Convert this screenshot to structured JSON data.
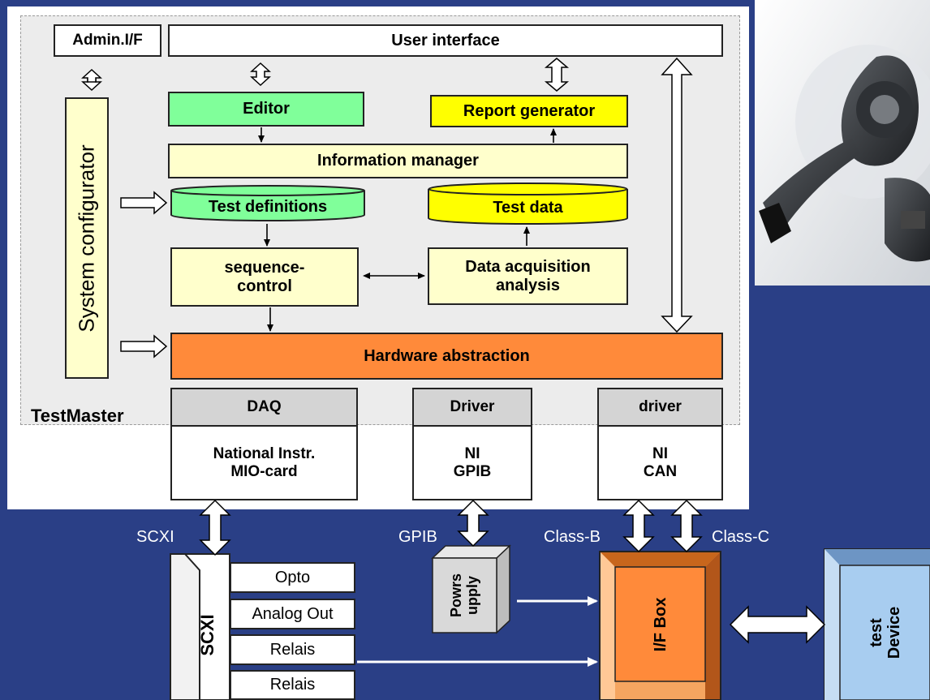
{
  "diagram": {
    "panel_label": "TestMaster",
    "admin_if": "Admin.I/F",
    "user_interface": "User interface",
    "system_configurator": "System configurator",
    "editor": "Editor",
    "report_generator": "Report generator",
    "information_manager": "Information manager",
    "test_definitions": "Test definitions",
    "test_data": "Test data",
    "sequence_control": "sequence-\ncontrol",
    "data_acquisition": "Data acquisition\nanalysis",
    "hardware_abstraction": "Hardware abstraction",
    "drivers": [
      {
        "header": "DAQ",
        "body": "National Instr.\nMIO-card"
      },
      {
        "header": "Driver",
        "body": "NI\nGPIB"
      },
      {
        "header": "driver",
        "body": "NI\nCAN"
      }
    ],
    "bus_labels": {
      "scxi": "SCXI",
      "gpib": "GPIB",
      "class_b": "Class-B",
      "class_c": "Class-C"
    },
    "scxi_box": "SCXI",
    "scxi_modules": [
      "Opto",
      "Analog Out",
      "Relais",
      "Relais"
    ],
    "power_supply": "Powrs\nupply",
    "if_box": "I/F Box",
    "test_device": "test\nDevice"
  },
  "colors": {
    "background": "#2a3f86",
    "light_yellow": "#ffffcc",
    "green": "#80ff9a",
    "yellow": "#ffff00",
    "orange": "#ff8a3a",
    "gray_header": "#d4d4d4",
    "test_device": "#a8cdf0"
  }
}
